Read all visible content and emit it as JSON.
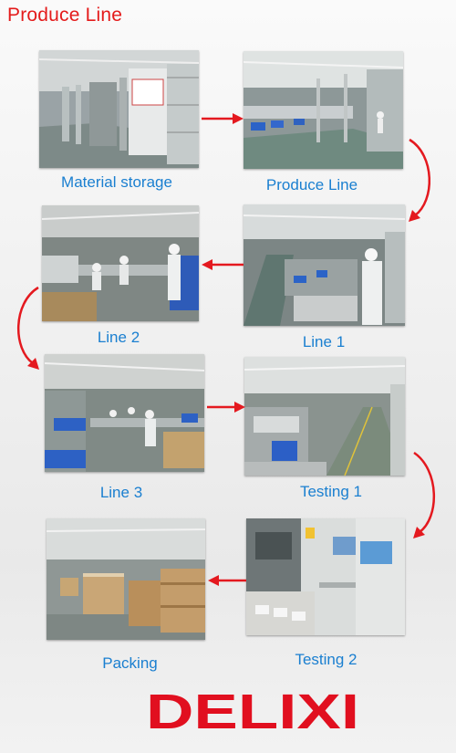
{
  "header": {
    "title": "Produce Line"
  },
  "steps": [
    {
      "label": "Material storage"
    },
    {
      "label": "Produce Line"
    },
    {
      "label": "Line 2"
    },
    {
      "label": "Line 1"
    },
    {
      "label": "Line 3"
    },
    {
      "label": "Testing 1"
    },
    {
      "label": "Packing"
    },
    {
      "label": "Testing 2"
    }
  ],
  "brand": {
    "logo_text": "DELIXI",
    "color": "#e10f1f"
  },
  "colors": {
    "title": "#e41b1b",
    "caption": "#1a7fd0",
    "arrow": "#e4191f"
  }
}
